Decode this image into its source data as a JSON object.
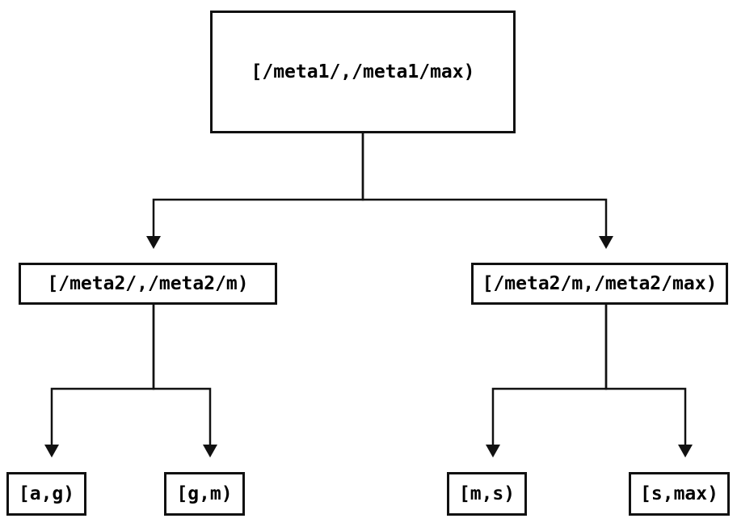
{
  "diagram": {
    "type": "tree",
    "description": "Two-level binary partition tree of key ranges",
    "colors": {
      "stroke": "#111111",
      "node_border": "#111111",
      "node_background": "#ffffff",
      "text": "#000000",
      "page_background": "#ffffff"
    },
    "nodes": {
      "root": {
        "id": "root",
        "label": "[/meta1/,/meta1/max)"
      },
      "left": {
        "id": "left",
        "label": "[/meta2/,/meta2/m)"
      },
      "right": {
        "id": "right",
        "label": "[/meta2/m,/meta2/max)"
      },
      "leaf_ag": {
        "id": "leaf_ag",
        "label": "[a,g)"
      },
      "leaf_gm": {
        "id": "leaf_gm",
        "label": "[g,m)"
      },
      "leaf_ms": {
        "id": "leaf_ms",
        "label": "[m,s)"
      },
      "leaf_smax": {
        "id": "leaf_smax",
        "label": "[s,max)"
      }
    },
    "edges": [
      {
        "from": "root",
        "to": "left"
      },
      {
        "from": "root",
        "to": "right"
      },
      {
        "from": "left",
        "to": "leaf_ag"
      },
      {
        "from": "left",
        "to": "leaf_gm"
      },
      {
        "from": "right",
        "to": "leaf_ms"
      },
      {
        "from": "right",
        "to": "leaf_smax"
      }
    ]
  }
}
